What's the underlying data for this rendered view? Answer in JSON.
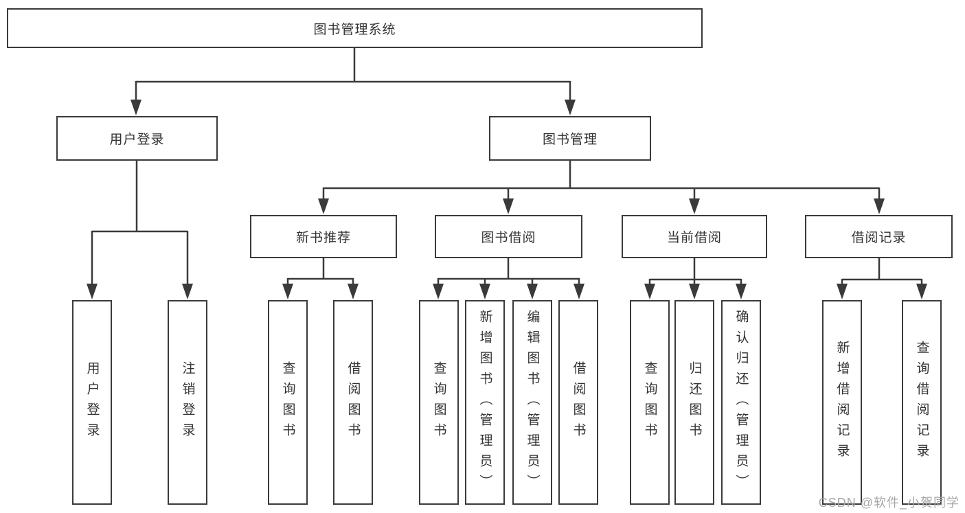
{
  "diagram": {
    "title": {
      "label": "图书管理系统"
    },
    "level2": [
      {
        "id": "user-login",
        "label": "用户登录"
      },
      {
        "id": "book-management",
        "label": "图书管理"
      }
    ],
    "level3": [
      {
        "id": "new-book-recommend",
        "label": "新书推荐"
      },
      {
        "id": "book-borrow",
        "label": "图书借阅"
      },
      {
        "id": "current-borrow",
        "label": "当前借阅"
      },
      {
        "id": "borrow-records",
        "label": "借阅记录"
      }
    ],
    "leaves": [
      {
        "group": "user-login",
        "label": "用户登录"
      },
      {
        "group": "user-login",
        "label": "注销登录"
      },
      {
        "group": "new-book-recommend",
        "label": "查询图书"
      },
      {
        "group": "new-book-recommend",
        "label": "借阅图书"
      },
      {
        "group": "book-borrow",
        "label": "查询图书"
      },
      {
        "group": "book-borrow",
        "label": "新增图书（管理员）"
      },
      {
        "group": "book-borrow",
        "label": "编辑图书（管理员）"
      },
      {
        "group": "book-borrow",
        "label": "借阅图书"
      },
      {
        "group": "current-borrow",
        "label": "查询图书"
      },
      {
        "group": "current-borrow",
        "label": "归还图书"
      },
      {
        "group": "current-borrow",
        "label": "确认归还（管理员）"
      },
      {
        "group": "borrow-records",
        "label": "新增借阅记录"
      },
      {
        "group": "borrow-records",
        "label": "查询借阅记录"
      }
    ],
    "watermark": "CSDN @软件_小贺同学",
    "colors": {
      "line": "#3a3a3a",
      "text": "#333333",
      "watermark": "#a6a6a6",
      "background": "#ffffff"
    }
  }
}
